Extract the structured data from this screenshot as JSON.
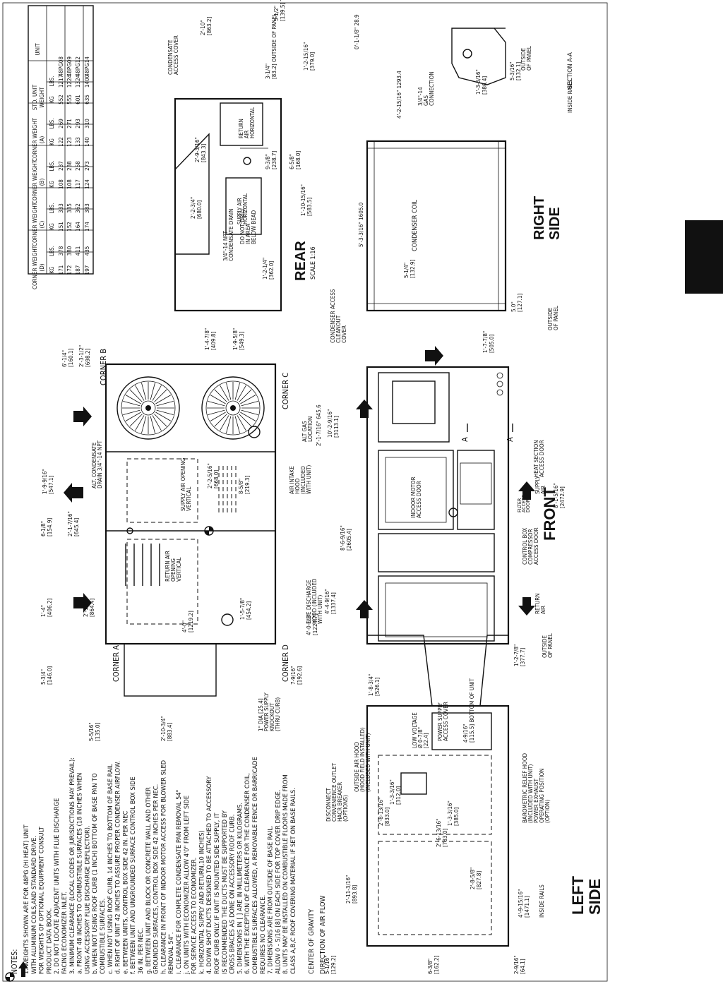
{
  "notes": {
    "heading": "NOTES:",
    "items": [
      "1.  WEIGHTS SHOWN ARE FOR 48PG (HI HEAT) UNIT",
      "     WITH ALUMINUM COILS,AND STANDARD DRIVE.",
      "     FOR WEIGHTS OF OPTIONAL EQUIPMENT CONSULT",
      "     PRODUCT DATA BOOK.",
      "2.  DO NOT LOCATE ADJACENT UNITS WITH FLUE DISCHARGE",
      "     FACING ECONOMIZER INLET.",
      "3.  MINIMUM CLEARANCE (LOCAL CODES OR JURISDICTIONS MAY PREVAIL):",
      "a.  FRONT 48 INCHES TO COMBUSTIBLE SURFACES (18 INCHES WHEN",
      "     USING ACCESSORY FLUE DISCHARGE DEFLECTOR).",
      "b.  WHEN NOT USING ROOF CURB (1 INCH) BOTTOM OF BASE PAN TO",
      "     COMBUSTIBLE SURFACES.",
      "c.  WHEN NOT USING ROOF CURB, 14 INCHES TO BOTTOM OF BASE RAIL",
      "d.  RIGHT OF UNIT 42 INCHES TO ASSURE PROPER CONDENSER AIRFLOW.",
      "e.  BETWEEN UNITS, CONTROL BOX SIDE 42 IN. PER NEC",
      "f.  BETWEEN UNIT AND UNGROUNDED SURFACE CONTROL BOX SIDE",
      "     36 IN. PER NEC.",
      "g.  BETWEEN UNIT AND BLOCK OR CONCRETE WALL AND OTHER",
      "     GROUNDED SURFACES, CONTROL BOX SIDE 42 INCHES PER NEC.",
      "h.  CLEARANCE IN FRONT OF INDOOR MOTOR ACCESS FOR BLOWER SLED",
      "     REMOVAL 54\".",
      "i.  CLEARANCE FOR COMPLETE CONDENSATE PAN REMOVAL 54\"",
      "j.  ON UNITS WITH ECONOMIZER ALLOW 4'0\" FROM LEFT SIDE",
      "     FOR SERVICE ACCESS TO ECONOMIZER.",
      "k.  HORIZONTAL SUPPLY AND RETURN,10 INCHES)",
      "4.  DOWN SHOT DUCTS DESIGNED TO BE ATTACHED TO ACCESSORY",
      "     ROOF CURB ONLY. IF UNIT IS MOUNTED SIDE SUPPLY, IT",
      "     IS RECOMMENDED THE DUCTS MUST BE SUPPORTED BY",
      "     CROSS BRACES AS DONE ON ACCESSORY ROOF CURB.",
      "5.  DIMENSIONS IN [ ] ARE IN MILLIMETERS OR KILOGRAMS.",
      "6.  WITH THE EXCEPTION OF CLEARANCE FOR THE CONDENSER COIL,",
      "     COMBUSTIBLE SURFACES ALLOWED, A REMOVABLE FENCE OR BARRICADE",
      "     REQUIRES NO CLEARANCE.",
      "7.  DIMENSIONS ARE FROM OUTSIDE OF BASE RAIL.",
      "     ALLOW 0 - 5/16 [8] ON EACH SIDE FOR TOP COVER DRIP EDGE.",
      "8.  UNITS MAY BE INSTALLED ON COMBUSTIBLE FLOORS MADE FROM",
      "     CLASS A,B,C ROOF COVERING MATERIAL IF SET ON BASE RAILS."
    ],
    "cg_label": "CENTER OF GRAVITY",
    "airflow_label": "DIRECTION OF AIR FLOW"
  },
  "table": {
    "headers": [
      "UNIT",
      "STD. UNIT WEIGHT",
      "CORNER WEIGHT (A)",
      "CORNER WEIGHT (B)",
      "CORNER WEIGHT (C)",
      "CORNER WEIGHT (D)"
    ],
    "sub": [
      "LBS.",
      "KG"
    ],
    "rows": [
      [
        "48PG08",
        "1217",
        "552",
        "269",
        "122",
        "237",
        "108",
        "333",
        "151",
        "378",
        "171"
      ],
      [
        "48PG09",
        "1224",
        "555",
        "271",
        "123",
        "238",
        "108",
        "335",
        "152",
        "380",
        "172"
      ],
      [
        "48PG12",
        "1324",
        "601",
        "293",
        "133",
        "258",
        "117",
        "362",
        "164",
        "411",
        "187"
      ],
      [
        "48PG14",
        "1400",
        "635",
        "310",
        "140",
        "273",
        "124",
        "383",
        "174",
        "435",
        "197"
      ]
    ]
  },
  "views": {
    "top_corner_a": "CORNER A",
    "top_corner_b": "CORNER B",
    "top_corner_c": "CORNER C",
    "top_corner_d": "CORNER D",
    "rear": "REAR",
    "rear_scale": "SCALE 1:16",
    "right_side": "RIGHT SIDE",
    "front": "FRONT",
    "left_side": "LEFT SIDE",
    "section": "SECTION A-A"
  },
  "labels": {
    "supply_vertical": "SUPPLY AIR OPENING VERTICAL",
    "return_vertical": "RETURN AIR OPENING VERTICAL",
    "alt_condensate": "ALT. CONDENSATE DRAIN 3/4\"-14 NPT",
    "alt_gas": "ALT GAS LOCATION",
    "air_intake": "AIR INTAKE HOOD (INCLUDED WITH UNIT)",
    "flue_discharge": "FLUE DISCHARGE HOOD (INCLUDED WITH UNIT)",
    "power_knockout": "1\" DIA [25.4] POWER SUPPLY KNOCKOUT (THRU CURB)",
    "condensate_drain": "3/4\"-14 NPT CONDENSATE DRAIN",
    "do_not_drill": "DO NOT DRILL IN AREA BELOW BEAD",
    "condensate_cover": "CONDENSATE ACCESS COVER",
    "return_horizontal": "RETURN AIR HORIZONTAL",
    "supply_horizontal": "SUPPLY AIR HORIZONTAL",
    "condenser_coil": "CONDENSER COIL",
    "condenser_access": "CONDENSER ACCESS CLEANOUT COVER",
    "indoor_motor": "INDOOR MOTOR ACCESS DOOR",
    "heat_section": "HEAT SECTION ACCESS DOOR",
    "filter_access": "FILTER ACCESS DOOR",
    "control_box": "CONTROL BOX COMPRESSOR ACCESS DOOR",
    "supply_air": "SUPPLY AIR",
    "return_air": "RETURN AIR",
    "outside_panel": "OUTSIDE OF PANEL",
    "inside_rails": "INSIDE RAILS",
    "outside_air_hood": "OUTSIDE AIR HOOD (HOOD FIELD INSTALLED) (INCLUDED WITH UNIT)",
    "low_voltage": "LOW VOLTAGE",
    "power_supply_cover": "POWER SUPPLY ACCESS COVER",
    "disconnect": "DISCONNECT CONVENIENCE OUTLET HACR BREAKER (OPTIONS)",
    "barometric": "BAROMETRIC RELIEF HOOD (INCLUDED WITH UNIT) POWER EXHAUST OPERATING POSITION (OPTION)",
    "gas_connection": "3/4\"-14 GAS CONNECTION",
    "outside_of_panel_typ": "OUTSIDE OF PANEL TYP",
    "section_marker": "A"
  },
  "dims": {
    "d1": "6'-1/4\" [160.1]",
    "d2": "2'-3-1/2\" [698.2]",
    "d3": "1'-9-9/16\" [547.1]",
    "d4": "6-1/8\" [154.9]",
    "d5": "2'-1-7/16\" [645.4]",
    "d6": "1'-4\" [406.2]",
    "d7": "2'-10\" [864.4]",
    "d8": "5-3/4\" [146.0]",
    "d9": "5-5/16\" [135.0]",
    "d10": "2'-10-3/4\" [883.4]",
    "d11": "4'-0\" [1219.2]",
    "d12": "1'-5-7/8\" [454.2]",
    "d13": "2'-2-5/16\" [668.0]",
    "d14": "8-5/8\" [219.3]",
    "d15": "4'-4-9/16\" [1337.4]",
    "d16": "4'-0-1/8\" [1224.7]",
    "d17": "8'-6-9/16\" [2605.4]",
    "d18": "10'-2-9/16\" [3113.1]",
    "d19": "2'-1-7/16\" 645.6",
    "d20": "7-9/16\" [192.6]",
    "d21": "1'-4-7/8\" [409.8]",
    "d22": "1'-9-5/8\" [549.3]",
    "d23": "1'-2-1/4\" [362.0]",
    "d24": "2'-2-3/4\" [680.0]",
    "d25": "1'-10-15/16\" [583.5]",
    "d26": "2'-9-3/16\" [843.3]",
    "d27": "9-3/8\" [238.7]",
    "d28": "6-5/8\" [168.0]",
    "d29": "3-1/4\" [83.2] OUTSIDE OF PANEL",
    "d30": "1'-2-15/16\" [379.0]",
    "d31": "2'-10\" [863.2]",
    "d32": "5-1/2\" [139.5] TYP",
    "d33": "0'-1-1/8\" 28.9",
    "d34": "4'-2-15/16\" 1293.4",
    "d35": "5'-3-3/16\" 1605.0",
    "d36": "5-1/4\" [132.9]",
    "d37": "5.0\" [127.1]",
    "d38": "1'-7-7/8\" [505.0]",
    "d39": "8'-1-5/16\" [2472.9]",
    "d40": "1'-2-7/8\" [377.7]",
    "d41": "1'-8-3/4\" [526.1]",
    "d42": "1'-3-3/16\" [386.4]",
    "d43": "5-3/16\" [132.1]",
    "d44": "4-9/16\" [115.5] BOTTOM OF UNIT",
    "d45": "2'-11-3/16\" [893.8]",
    "d46": "2'-8-13/16\" [833.0]",
    "d47": "1'-3-3/16\" [312.0]",
    "d48": "2'-6-13/16\" [783.0]",
    "d49": "1'-3-3/16\" [385.0]",
    "d50": "2'-8-5/8\" [827.8]",
    "d51": "4'-9-15/16\" [1471.1]",
    "d52": "5-1/16\" [129.2]",
    "d53": "6-3/8\" [162.2]",
    "d54": "2-9/16\" [64.1]",
    "d55": "0-7/8\" [22.4]"
  }
}
